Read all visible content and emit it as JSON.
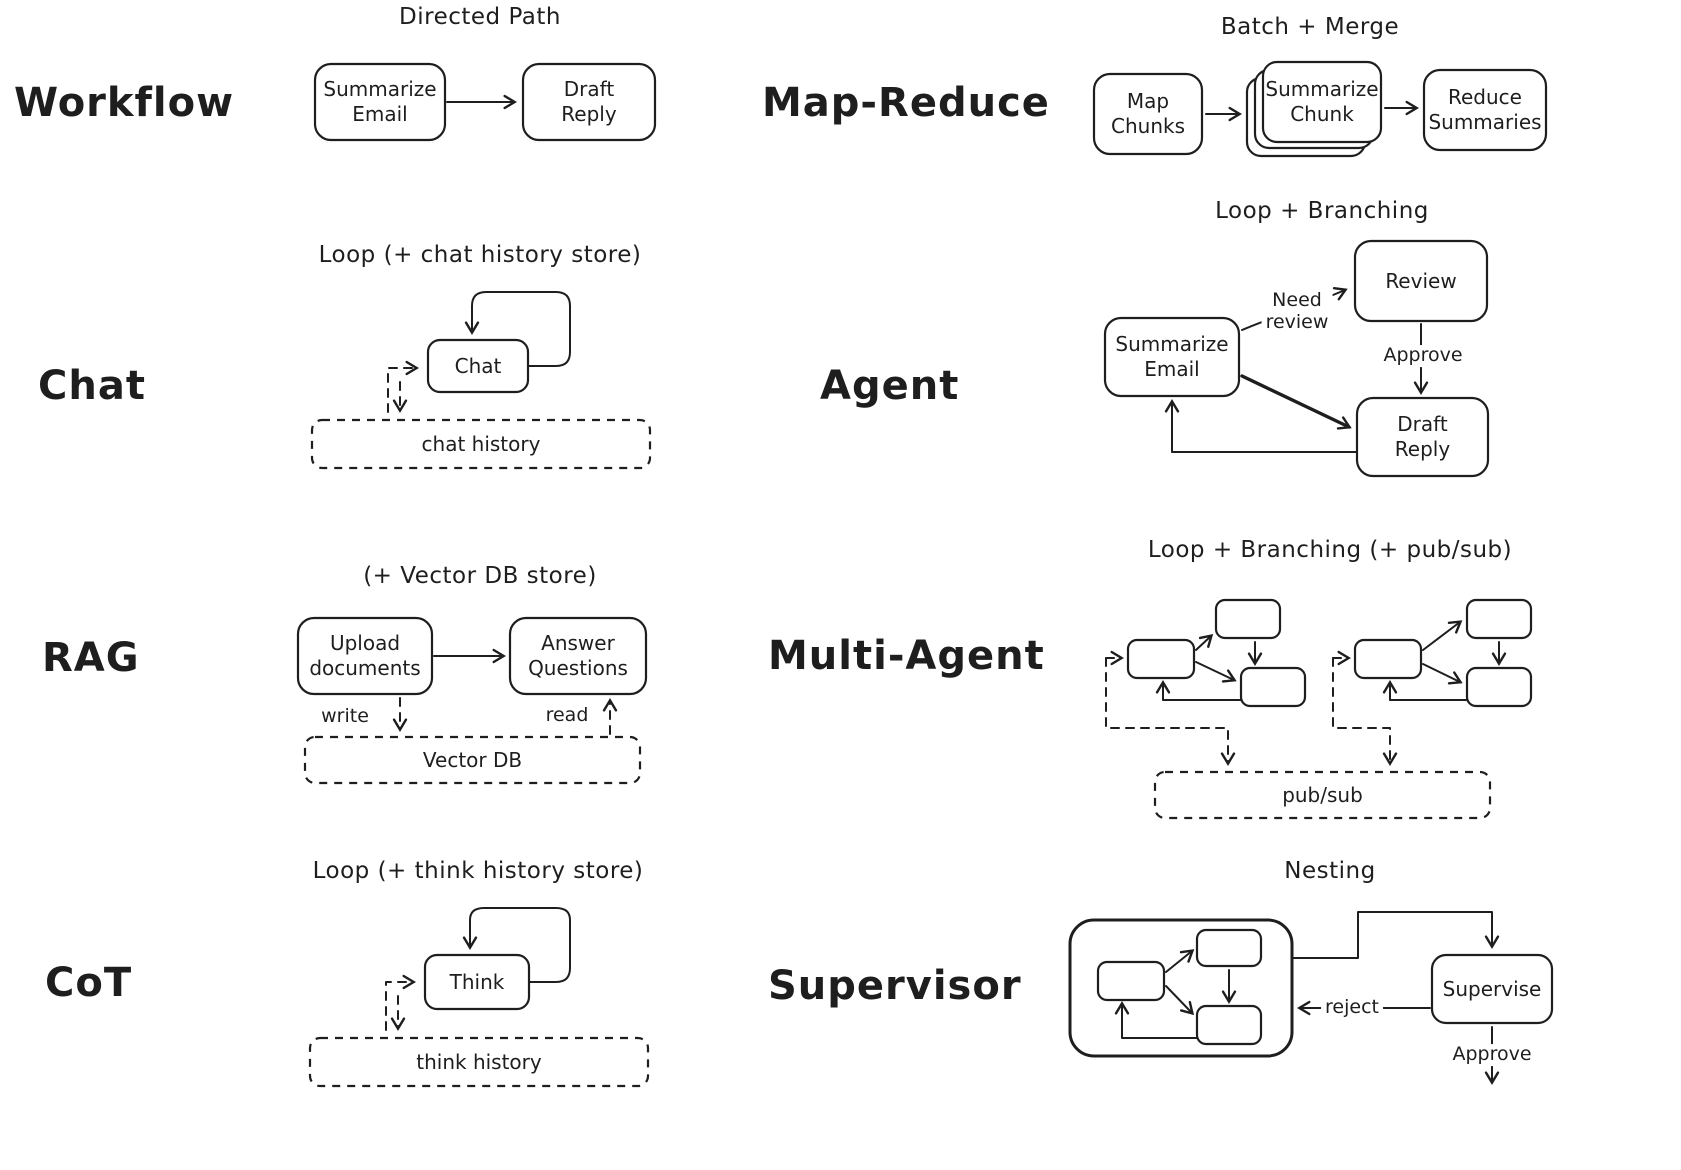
{
  "colors": {
    "ink": "#1e1e1e",
    "background": "#ffffff"
  },
  "sections": {
    "workflow": {
      "title": "Workflow",
      "caption": "Directed Path",
      "nodes": {
        "summarize_email": "Summarize Email",
        "draft_reply": "Draft Reply"
      }
    },
    "map_reduce": {
      "title": "Map-Reduce",
      "caption": "Batch + Merge",
      "nodes": {
        "map_chunks": "Map Chunks",
        "summarize_chunk": "Summarize Chunk",
        "reduce_summaries": "Reduce Summaries"
      }
    },
    "chat": {
      "title": "Chat",
      "caption": "Loop (+ chat history store)",
      "nodes": {
        "chat": "Chat",
        "chat_history": "chat history"
      }
    },
    "agent": {
      "title": "Agent",
      "caption": "Loop + Branching",
      "nodes": {
        "summarize_email": "Summarize Email",
        "review": "Review",
        "draft_reply": "Draft Reply"
      },
      "edges": {
        "need_review": "Need\nreview",
        "approve": "Approve"
      }
    },
    "rag": {
      "title": "RAG",
      "caption": "(+ Vector DB store)",
      "nodes": {
        "upload_documents": "Upload documents",
        "answer_questions": "Answer Questions",
        "vector_db": "Vector DB"
      },
      "edges": {
        "write": "write",
        "read": "read"
      }
    },
    "multi_agent": {
      "title": "Multi-Agent",
      "caption": "Loop + Branching (+ pub/sub)",
      "nodes": {
        "pub_sub": "pub/sub"
      }
    },
    "cot": {
      "title": "CoT",
      "caption": "Loop (+ think history store)",
      "nodes": {
        "think": "Think",
        "think_history": "think history"
      }
    },
    "supervisor": {
      "title": "Supervisor",
      "caption": "Nesting",
      "nodes": {
        "supervise": "Supervise"
      },
      "edges": {
        "reject": "reject",
        "approve": "Approve"
      }
    }
  }
}
